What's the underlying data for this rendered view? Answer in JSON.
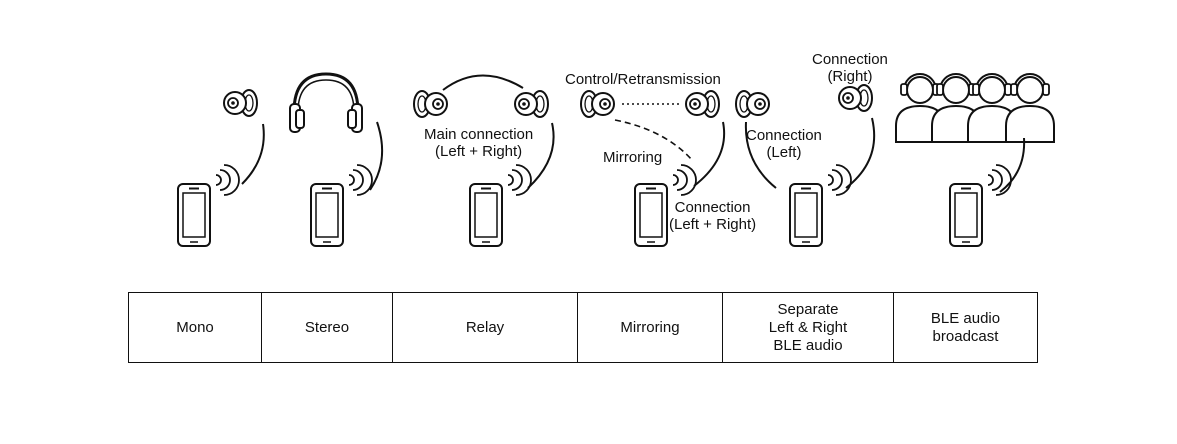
{
  "labels": {
    "relay_main_connection": "Main connection\n(Left + Right)",
    "mirroring_control": "Control/Retransmission",
    "mirroring_label": "Mirroring",
    "mirroring_connection": "Connection\n(Left + Right)",
    "separate_connection_right": "Connection\n(Right)",
    "separate_connection_left": "Connection\n(Left)"
  },
  "modes": [
    {
      "label": "Mono"
    },
    {
      "label": "Stereo"
    },
    {
      "label": "Relay"
    },
    {
      "label": "Mirroring"
    },
    {
      "label": "Separate\nLeft & Right\nBLE audio"
    },
    {
      "label": "BLE audio\nbroadcast"
    }
  ],
  "colors": {
    "line": "#111111",
    "background": "#ffffff"
  },
  "icons": [
    "earbud-icon",
    "headphones-icon",
    "smartphone-icon",
    "wifi-signal-icon",
    "listener-icon"
  ]
}
